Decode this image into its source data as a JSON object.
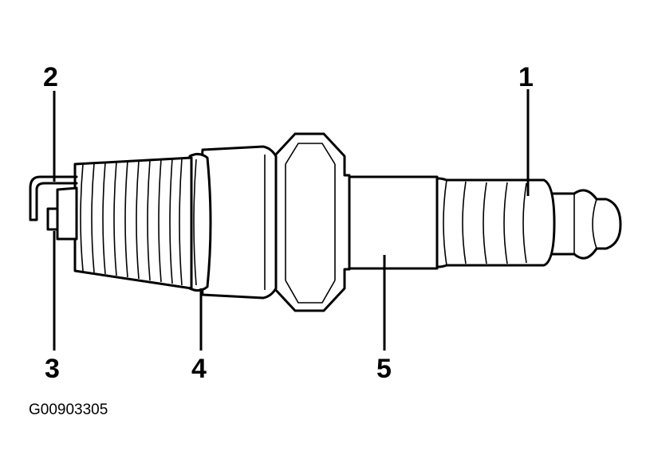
{
  "callouts": {
    "c1": "1",
    "c2": "2",
    "c3": "3",
    "c4": "4",
    "c5": "5"
  },
  "figure_id": "G00903305",
  "colors": {
    "line": "#000000",
    "background": "#ffffff"
  }
}
